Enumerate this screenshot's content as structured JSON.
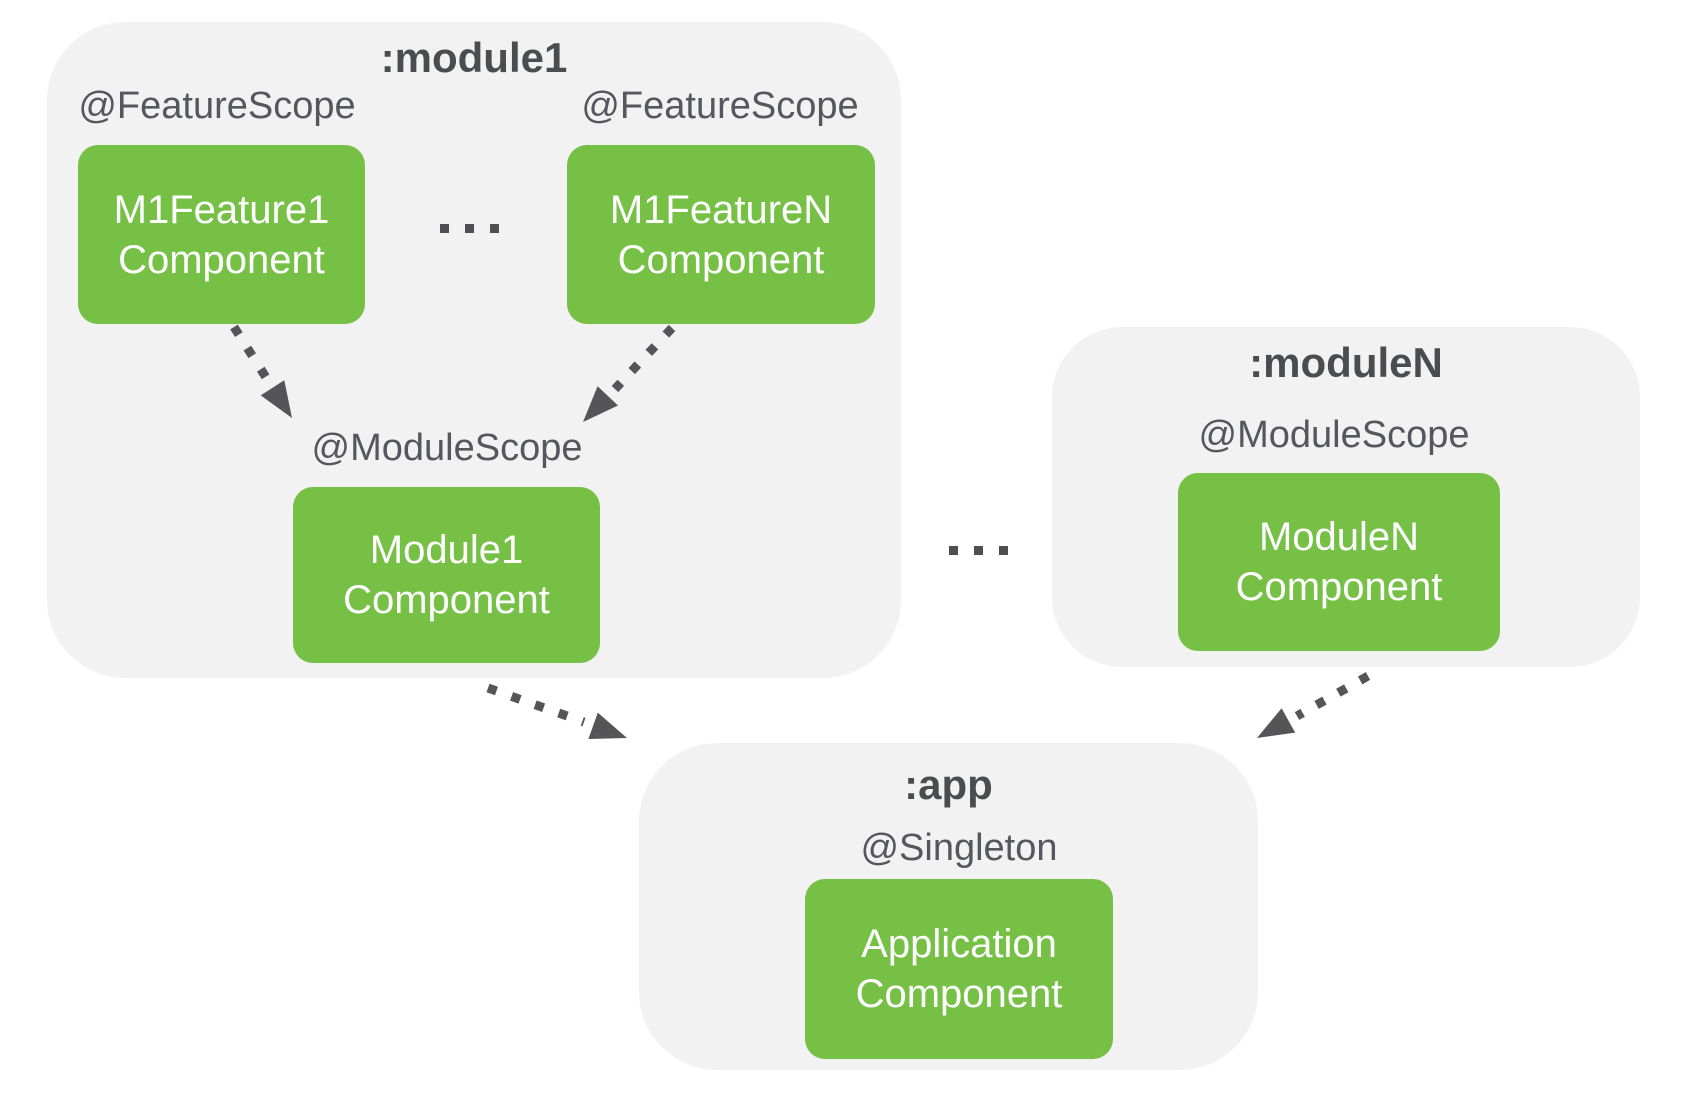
{
  "colors": {
    "container_bg": "#F2F2F2",
    "component_green": "#76C046",
    "component_text": "#FFFFFF",
    "title_color": "#4B4C4D",
    "label_color": "#56575A",
    "arrow_color": "#555557",
    "dot_color": "#4F4F51"
  },
  "module1": {
    "title": ":module1",
    "features": [
      {
        "scope_label": "@FeatureScope",
        "component_line1": "M1Feature1",
        "component_line2": "Component"
      },
      {
        "scope_label": "@FeatureScope",
        "component_line1": "M1FeatureN",
        "component_line2": "Component"
      }
    ],
    "features_ellipsis": "...",
    "module_scope_label": "@ModuleScope",
    "module_component_line1": "Module1",
    "module_component_line2": "Component"
  },
  "modules_ellipsis": "...",
  "moduleN": {
    "title": ":moduleN",
    "scope_label": "@ModuleScope",
    "component_line1": "ModuleN",
    "component_line2": "Component"
  },
  "app": {
    "title": ":app",
    "scope_label": "@Singleton",
    "component_line1": "Application",
    "component_line2": "Component"
  }
}
